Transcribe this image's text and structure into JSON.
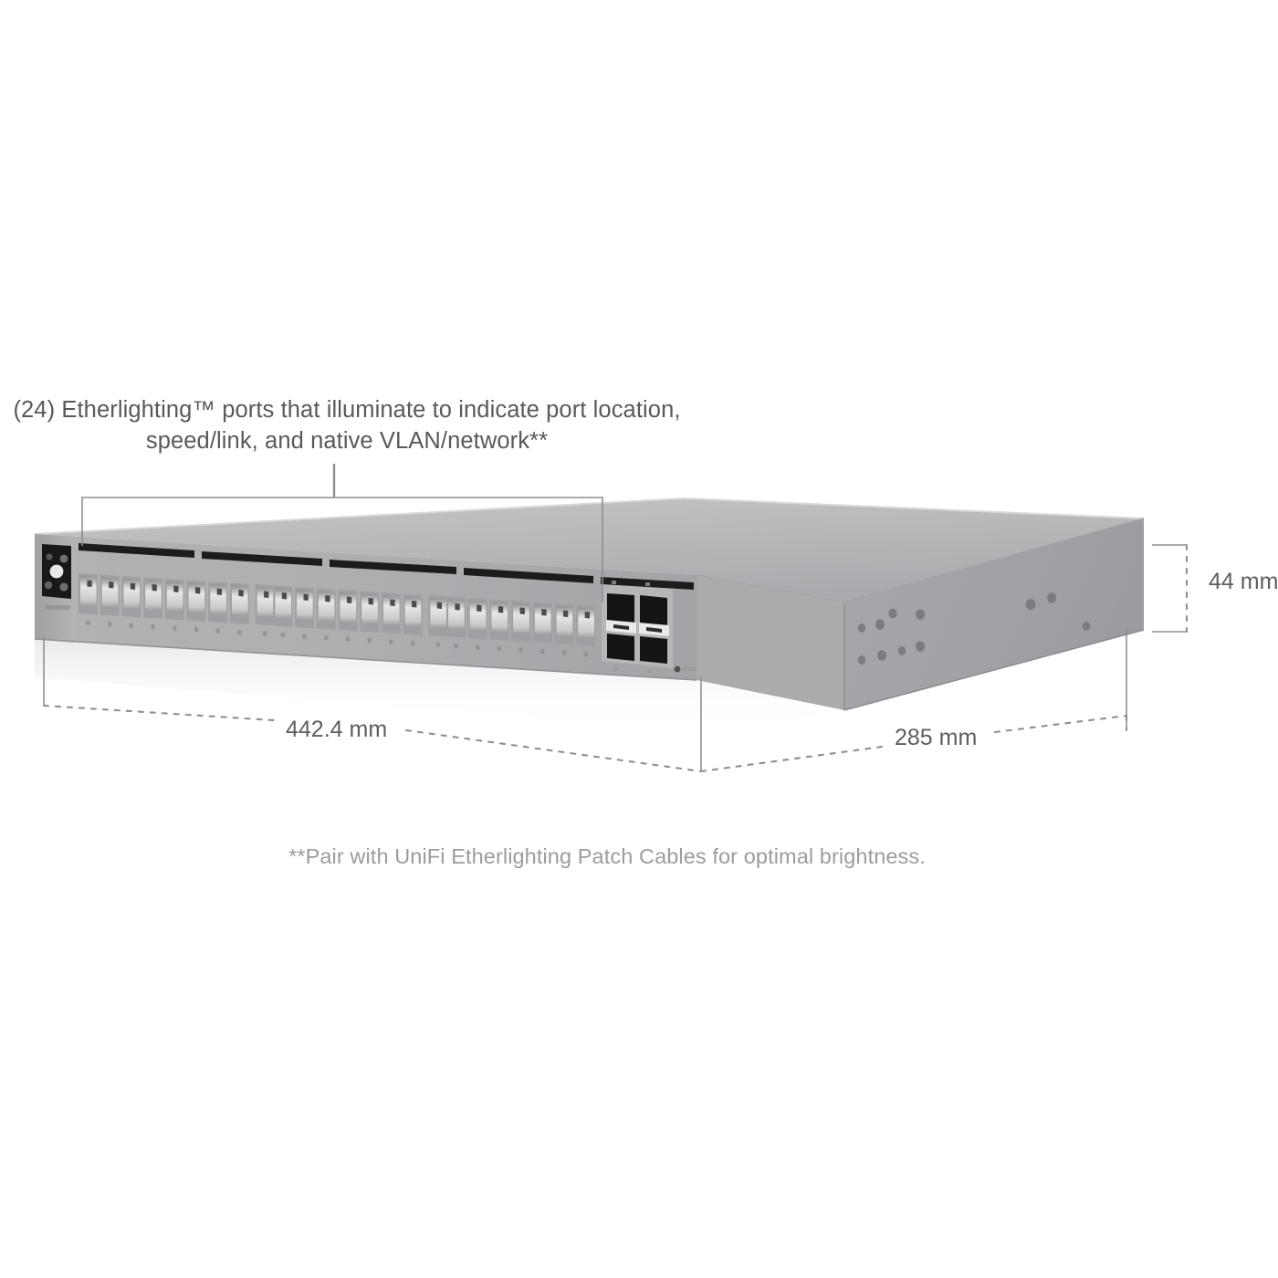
{
  "page": {
    "background_color": "#ffffff",
    "subject": "UniFi Pro Max 24 PoE rack switch - dimensioned product illustration"
  },
  "callout": {
    "line1": "(24) Etherlighting™ ports that illuminate to indicate port location,",
    "line2": "speed/link, and native VLAN/network**",
    "color": "#58595b"
  },
  "footnote": {
    "text": "**Pair with UniFi Etherlighting Patch Cables for optimal brightness.",
    "color": "#9b9c9e"
  },
  "dimensions": {
    "length": {
      "label": "442.4 mm",
      "axis": "width"
    },
    "depth": {
      "label": "285 mm",
      "axis": "depth"
    },
    "height": {
      "label": "44 mm",
      "axis": "height"
    }
  },
  "device": {
    "chassis_top_color": "#b5b7b9",
    "chassis_front_color": "#aaacae",
    "chassis_side_color": "#a0a2a6",
    "vent_color": "#1c1c1e",
    "port_count_rj45": 24,
    "port_count_sfp": 4,
    "display": {
      "name": "front-status-display",
      "color": "#1a1a1c"
    }
  }
}
